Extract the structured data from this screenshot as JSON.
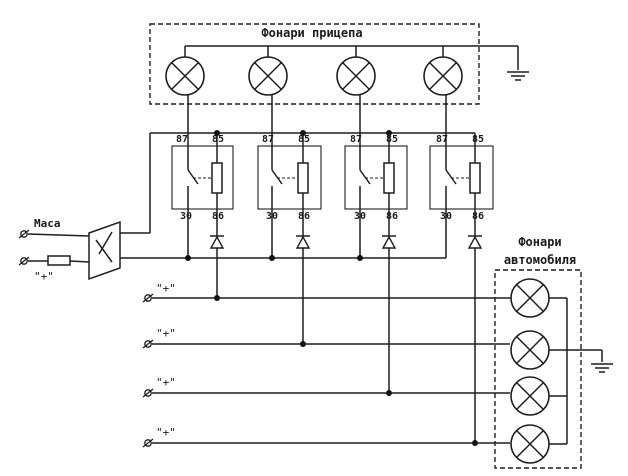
{
  "labels": {
    "trailer_lights": "Фонари прицепа",
    "car_lights_line1": "Фонари",
    "car_lights_line2": "автомобиля",
    "ground": "Маса",
    "plus": "\"+\""
  },
  "relay_pins": {
    "p87": "87",
    "p85": "85",
    "p30": "30",
    "p86": "86"
  },
  "counts": {
    "trailer_lamps": 4,
    "relays": 4,
    "car_lamps": 4,
    "plus_inputs": 4
  }
}
